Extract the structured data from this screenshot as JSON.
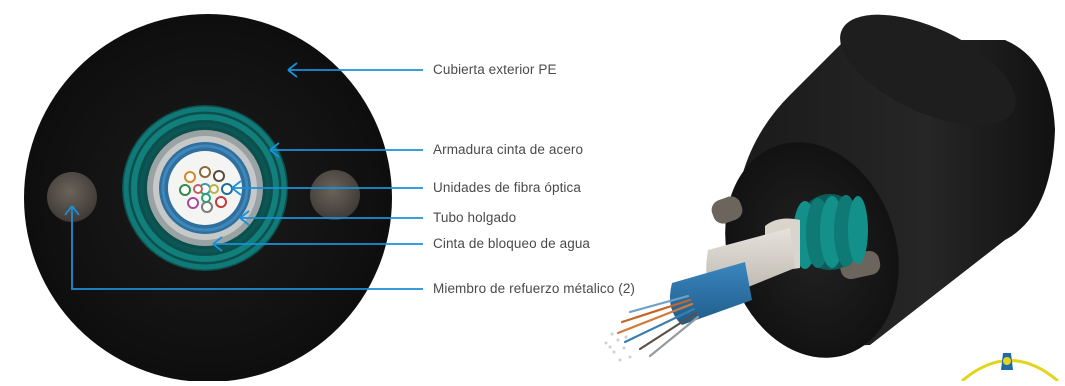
{
  "labels": {
    "outer_jacket": "Cubierta exterior PE",
    "steel_armor": "Armadura cinta de acero",
    "fiber_units": "Unidades de fibra óptica",
    "loose_tube": "Tubo holgado",
    "water_blocking_tape": "Cinta de bloqueo de agua",
    "strength_members": "Miembro de refuerzo métalico (2)"
  },
  "colors": {
    "jacket": "#141414",
    "armor": "#0f7a78",
    "leader_lines": "#1b8fd8",
    "strength_member": "#4f4a45",
    "loose_tube": "#2f6f9e",
    "logo": "#e2d51e"
  }
}
